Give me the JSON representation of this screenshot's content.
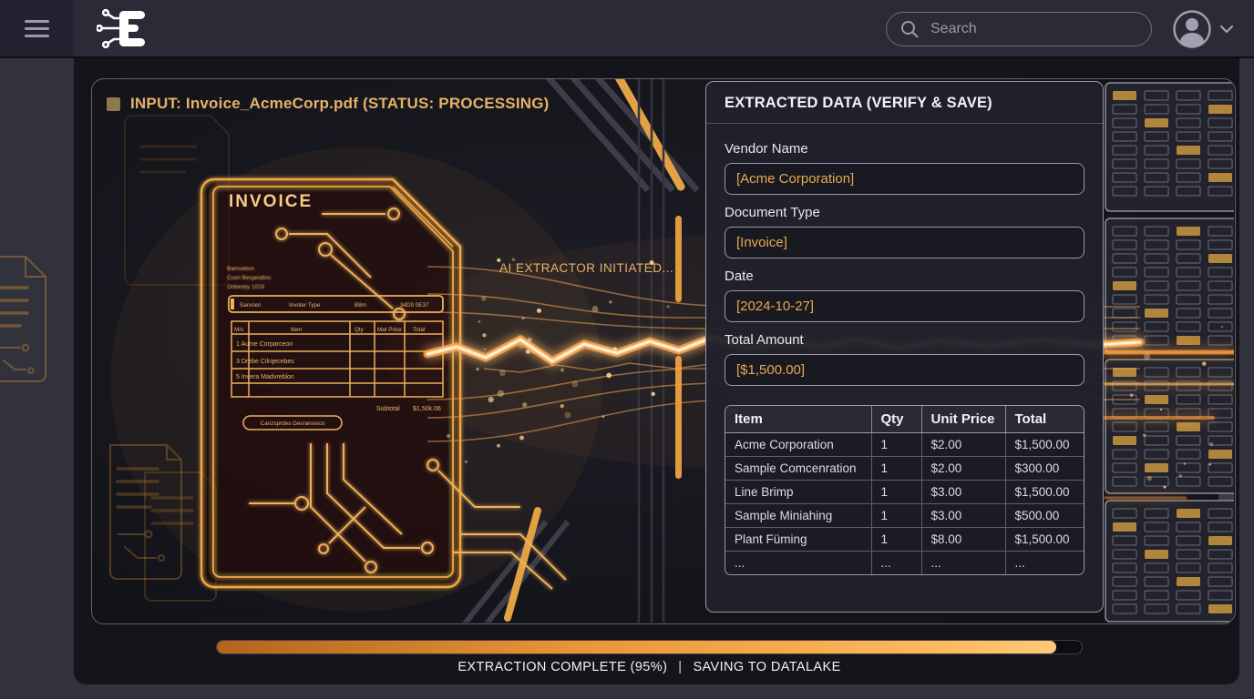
{
  "topbar": {
    "search": {
      "placeholder": "Search"
    }
  },
  "viewport": {
    "input_title": "INPUT: Invoice_AcmeCorp.pdf (STATUS: PROCESSING)",
    "extractor_status": "AI EXTRACTOR INITIATED..."
  },
  "invoice_doc": {
    "title": "INVOICE",
    "address_lines": [
      "Bamsebon",
      "Coon Besjandtoo",
      "Onbesby 1019"
    ],
    "meta_cells": [
      "Sarvoen",
      "Invoter Type",
      "B8m",
      "34D9 0E37"
    ],
    "columns": [
      "M/s",
      "Item",
      "Qty",
      "Mat Price",
      "Total"
    ],
    "rows": [
      "1  Aume Corparceon",
      "3  Drebe Cilrqecebes",
      "5  Invera Madvreblon"
    ],
    "subtotal_label": "Subtotal",
    "subtotal_value": "$1,50k.06",
    "stamp_text": "Canzsprdes Gesransnico"
  },
  "extracted_panel": {
    "title": "EXTRACTED DATA (VERIFY & SAVE)",
    "fields": [
      {
        "label": "Vendor Name",
        "value": "[Acme Corporation]"
      },
      {
        "label": "Document Type",
        "value": "[Invoice]"
      },
      {
        "label": "Date",
        "value": "[2024-10-27]"
      },
      {
        "label": "Total Amount",
        "value": "[$1,500.00]"
      }
    ],
    "table": {
      "headers": [
        "Item",
        "Qty",
        "Unit Price",
        "Total"
      ],
      "rows": [
        [
          "Acme Corporation",
          "1",
          "$2.00",
          "$1,500.00"
        ],
        [
          "Sample Comcenration",
          "1",
          "$2.00",
          "$300.00"
        ],
        [
          "Line Brimp",
          "1",
          "$3.00",
          "$1,500.00"
        ],
        [
          "Sample Miniahing",
          "1",
          "$3.00",
          "$500.00"
        ],
        [
          "Plant Füming",
          "1",
          "$8.00",
          "$1,500.00"
        ],
        [
          "...",
          "...",
          "...",
          "..."
        ]
      ]
    }
  },
  "footer": {
    "progress_fill_percent": 97,
    "status_left": "EXTRACTION COMPLETE (95%)",
    "separator": "|",
    "status_right": "SAVING TO DATALAKE"
  },
  "colors": {
    "accent_amber": "#f0a43c",
    "amber_text": "#e9a94f",
    "title_amber": "#e5b268",
    "panel_border": "#97979f"
  }
}
